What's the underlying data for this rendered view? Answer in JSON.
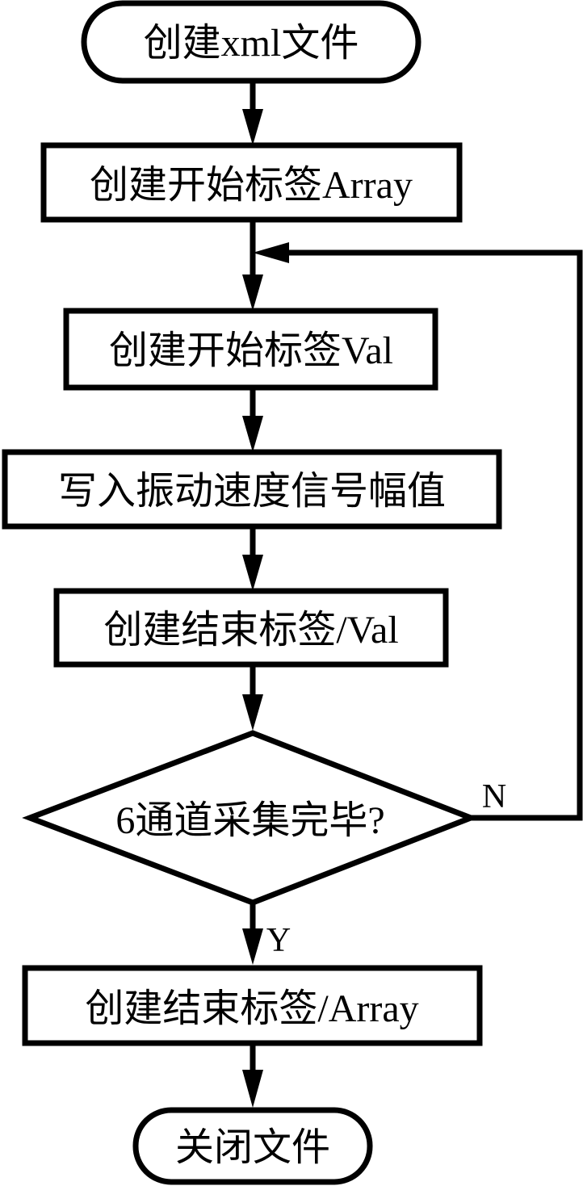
{
  "diagram": {
    "type": "flowchart",
    "colors": {
      "stroke": "#000000",
      "fill": "#ffffff",
      "text": "#000000"
    },
    "nodes": [
      {
        "id": "start",
        "shape": "terminal",
        "label": "创建xml文件"
      },
      {
        "id": "open_array",
        "shape": "process",
        "label": "创建开始标签Array"
      },
      {
        "id": "open_val",
        "shape": "process",
        "label": "创建开始标签Val"
      },
      {
        "id": "write_amp",
        "shape": "process",
        "label": "写入振动速度信号幅值"
      },
      {
        "id": "close_val",
        "shape": "process",
        "label": "创建结束标签/Val"
      },
      {
        "id": "decision",
        "shape": "decision",
        "label": "6通道采集完毕?"
      },
      {
        "id": "close_array",
        "shape": "process",
        "label": "创建结束标签/Array"
      },
      {
        "id": "end",
        "shape": "terminal",
        "label": "关闭文件"
      }
    ],
    "edges": [
      {
        "from": "start",
        "to": "open_array",
        "label": ""
      },
      {
        "from": "open_array",
        "to": "open_val",
        "label": ""
      },
      {
        "from": "open_val",
        "to": "write_amp",
        "label": ""
      },
      {
        "from": "write_amp",
        "to": "close_val",
        "label": ""
      },
      {
        "from": "close_val",
        "to": "decision",
        "label": ""
      },
      {
        "from": "decision",
        "to": "open_val",
        "label": "N"
      },
      {
        "from": "decision",
        "to": "close_array",
        "label": "Y"
      },
      {
        "from": "close_array",
        "to": "end",
        "label": ""
      }
    ],
    "edge_labels": {
      "no": "N",
      "yes": "Y"
    }
  }
}
